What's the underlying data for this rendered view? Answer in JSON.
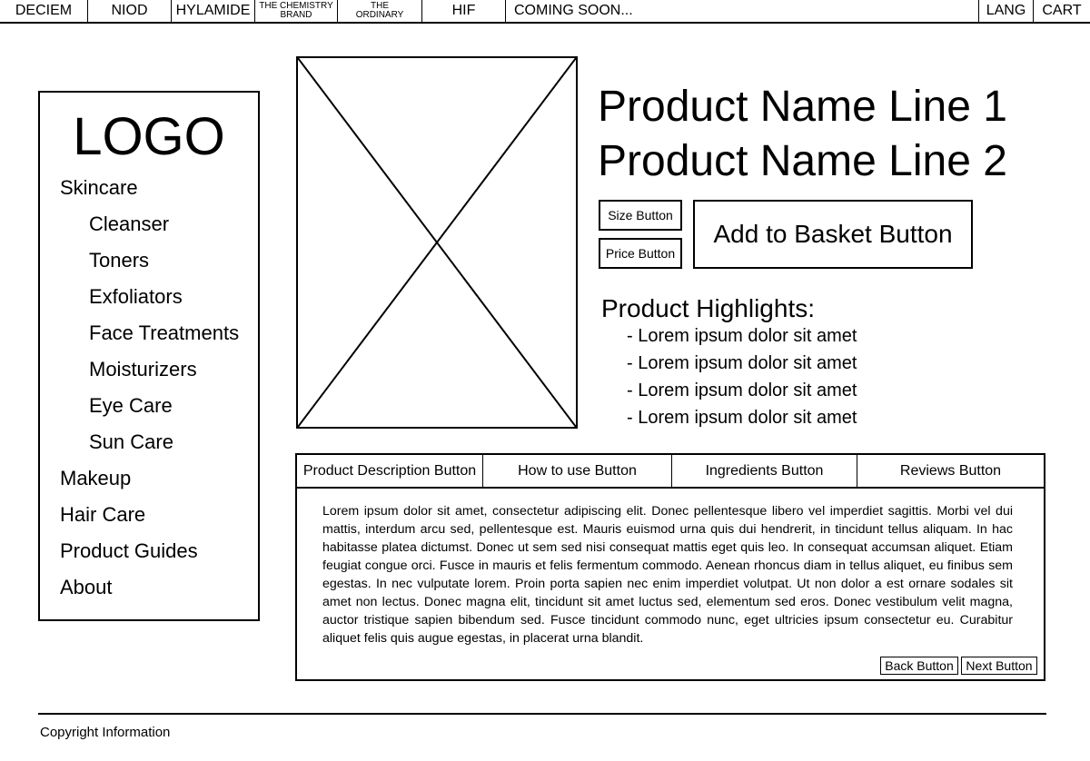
{
  "top_nav": {
    "items": [
      "DECIEM",
      "NIOD",
      "HYLAMIDE",
      "HIF",
      "COMING SOON..."
    ],
    "chemistry": [
      "THE CHEMISTRY",
      "BRAND"
    ],
    "ordinary": [
      "THE",
      "ORDINARY"
    ],
    "lang": "LANG",
    "cart": "CART"
  },
  "sidebar": {
    "logo": "LOGO",
    "categories": {
      "skincare": "Skincare",
      "sub": [
        "Cleanser",
        "Toners",
        "Exfoliators",
        "Face Treatments",
        "Moisturizers",
        "Eye Care",
        "Sun Care"
      ],
      "makeup": "Makeup",
      "hair": "Hair Care",
      "guides": "Product Guides",
      "about": "About"
    }
  },
  "product": {
    "name_line1": "Product Name Line 1",
    "name_line2": "Product Name Line 2",
    "size_button": "Size Button",
    "price_button": "Price Button",
    "basket_button": "Add to Basket Button",
    "highlights_title": "Product Highlights:",
    "highlights": [
      "- Lorem ipsum dolor sit amet",
      "- Lorem ipsum dolor sit amet",
      "- Lorem ipsum dolor sit amet",
      "- Lorem ipsum dolor sit amet"
    ]
  },
  "tabs": {
    "labels": [
      "Product Description Button",
      "How to use Button",
      "Ingredients Button",
      "Reviews Button"
    ],
    "description": "Lorem ipsum dolor sit amet, consectetur adipiscing elit. Donec pellentesque libero vel imperdiet sagittis. Morbi vel dui mattis, interdum arcu sed, pellentesque est. Mauris euismod urna quis dui hendrerit, in tincidunt tellus aliquam. In hac habitasse platea dictumst. Donec ut sem sed nisi consequat mattis eget quis leo. In consequat accumsan aliquet. Etiam feugiat congue orci. Fusce in mauris et felis fermentum commodo. Aenean rhoncus diam in tellus aliquet, eu finibus sem egestas. In nec vulputate lorem. Proin porta sapien nec enim imperdiet volutpat. Ut non dolor a est ornare sodales sit amet non lectus. Donec magna elit, tincidunt sit amet luctus sed, elementum sed eros. Donec vestibulum velit magna, auctor tristique sapien bibendum sed. Fusce tincidunt commodo nunc, eget ultricies ipsum consectetur eu. Curabitur aliquet felis quis augue egestas, in placerat urna blandit.",
    "back_button": "Back Button",
    "next_button": "Next Button"
  },
  "footer": {
    "copyright": "Copyright Information"
  }
}
